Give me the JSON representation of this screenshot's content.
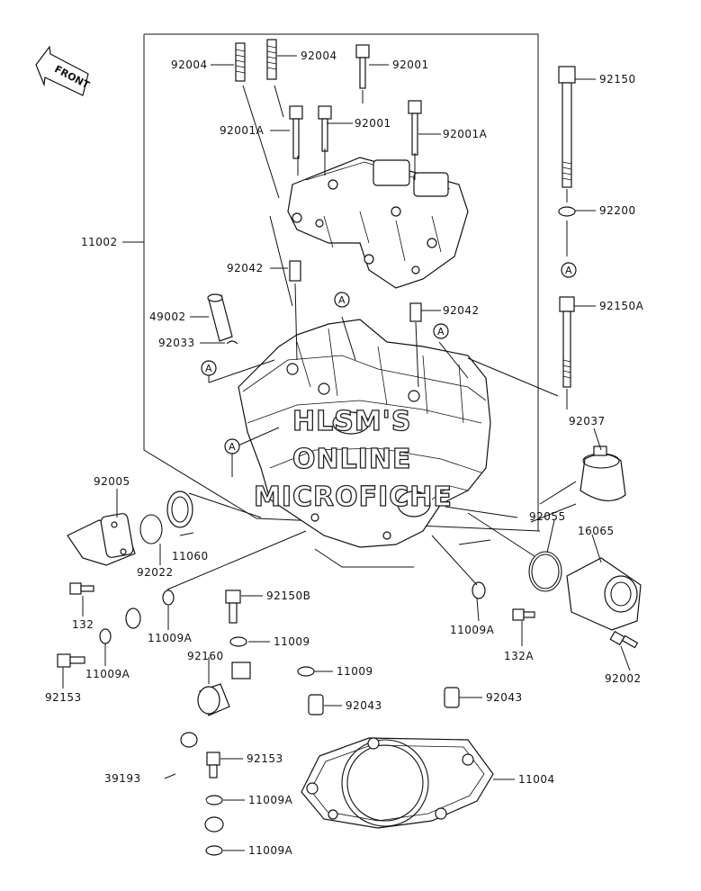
{
  "front_label": "FRONT",
  "watermark": [
    "HLSM'S",
    "ONLINE",
    "MICROFICHE"
  ],
  "ref_mark": "A",
  "callouts": {
    "c92004a": "92004",
    "c92004b": "92004",
    "c92001top": "92001",
    "c92001Aa": "92001A",
    "c92001mid": "92001",
    "c92001Ab": "92001A",
    "c11002": "11002",
    "c92042a": "92042",
    "c49002": "49002",
    "c92033": "92033",
    "c92042b": "92042",
    "c92150": "92150",
    "c92200": "92200",
    "c92150A": "92150A",
    "c92037": "92037",
    "c92055": "92055",
    "c16065": "16065",
    "c92005": "92005",
    "c11060": "11060",
    "c92022": "92022",
    "c132": "132",
    "c11009Aa": "11009A",
    "c92150B": "92150B",
    "c11009Ab": "11009A",
    "c132A": "132A",
    "c92002": "92002",
    "c92153a": "92153",
    "c11009Ac": "11009A",
    "c11009a": "11009",
    "c92160": "92160",
    "c11009b": "11009",
    "c92043a": "92043",
    "c92043b": "92043",
    "c92153b": "92153",
    "c39193": "39193",
    "c11004": "11004",
    "c11009Ad": "11009A",
    "c11009Ae": "11009A"
  }
}
